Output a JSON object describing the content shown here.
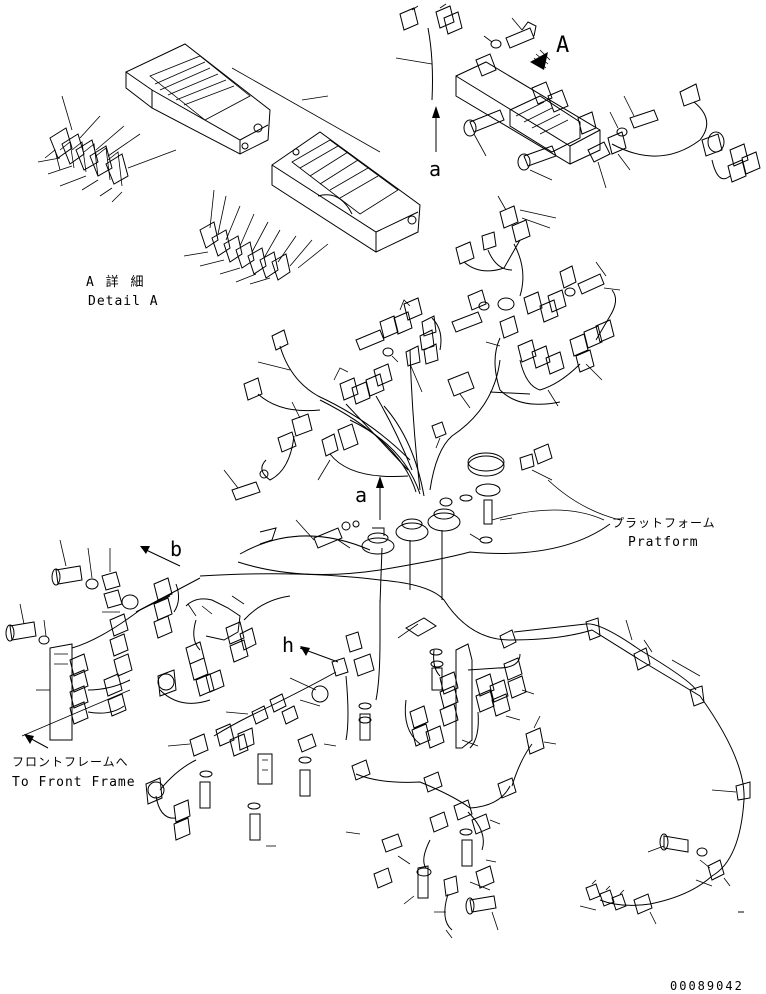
{
  "labels": {
    "callout_a_top": "a",
    "callout_a_mid": "a",
    "callout_b": "b",
    "callout_h": "h",
    "view_A": "A",
    "detail_jp": "A 詳 細",
    "detail_en": "Detail A",
    "platform_jp": "プラットフォーム",
    "platform_en": "Pratform",
    "front_jp": "フロントフレームへ",
    "front_en": "To Front Frame",
    "drawing_no": "00089042"
  }
}
